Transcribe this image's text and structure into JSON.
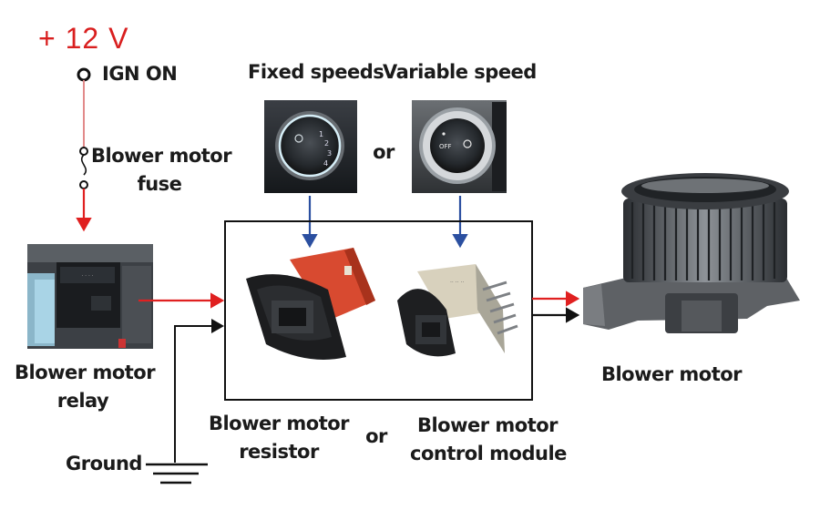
{
  "supply": {
    "voltage": "+ 12 V",
    "switch": "IGN ON"
  },
  "fuse": {
    "line1": "Blower motor",
    "line2": "fuse"
  },
  "relay": {
    "line1": "Blower motor",
    "line2": "relay"
  },
  "ground": {
    "label": "Ground"
  },
  "controls": {
    "fixed": "Fixed speeds",
    "variable": "Variable speed",
    "or": "or"
  },
  "resistor": {
    "line1": "Blower motor",
    "line2": "resistor"
  },
  "module": {
    "line1": "Blower motor",
    "line2": "control module"
  },
  "middle_or": "or",
  "motor": {
    "label": "Blower motor"
  },
  "knob_fixed": {
    "marks": [
      "1",
      "2",
      "3",
      "4"
    ]
  },
  "knob_variable": {
    "off": "OFF"
  },
  "colors": {
    "power": "#e02020",
    "signal": "#2b4fa0",
    "ground": "#111111"
  }
}
